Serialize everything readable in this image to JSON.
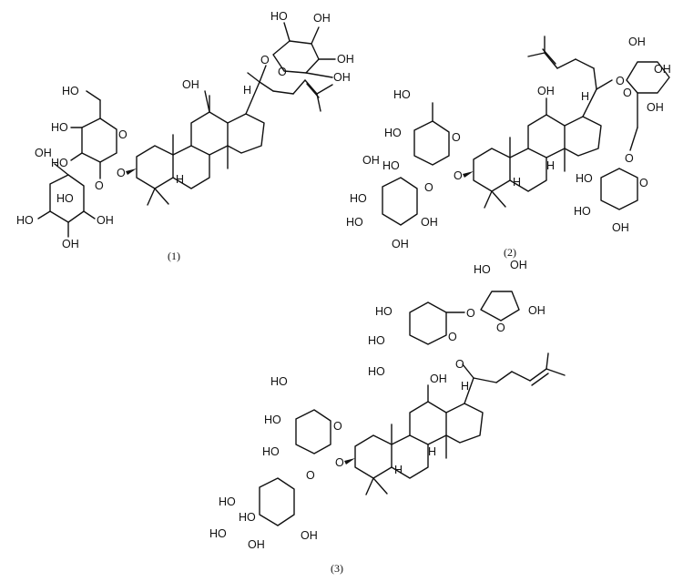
{
  "figure": {
    "caption_1": "(1)",
    "caption_2": "(2)",
    "caption_3": "(3)"
  },
  "atom_labels": {
    "OH": "OH",
    "HO": "HO",
    "O": "O",
    "H": "H"
  }
}
